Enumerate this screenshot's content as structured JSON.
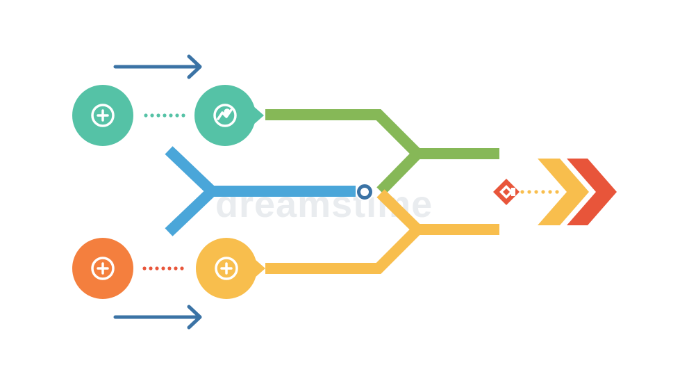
{
  "colors": {
    "background": "#ffffff",
    "teal": "#55c2a6",
    "orange": "#f47f3e",
    "yellow": "#f8be4d",
    "green": "#86b857",
    "blue": "#4aa6d9",
    "red": "#e8553a",
    "navy": "#3b73a5",
    "watermark": "#e9ecef"
  },
  "watermark": {
    "text": "dreamstime"
  },
  "nodes": [
    {
      "name": "teal-node-left",
      "icon": "plus-icon",
      "color": "teal"
    },
    {
      "name": "teal-node-right",
      "icon": "globe-icon",
      "color": "teal"
    },
    {
      "name": "orange-node",
      "icon": "plus-icon",
      "color": "orange"
    },
    {
      "name": "yellow-node",
      "icon": "plus-icon",
      "color": "yellow"
    }
  ],
  "icons": [
    "arrow-right-icon",
    "plus-icon",
    "globe-icon",
    "ring-icon",
    "diamond-target-icon",
    "double-chevron-icon"
  ]
}
